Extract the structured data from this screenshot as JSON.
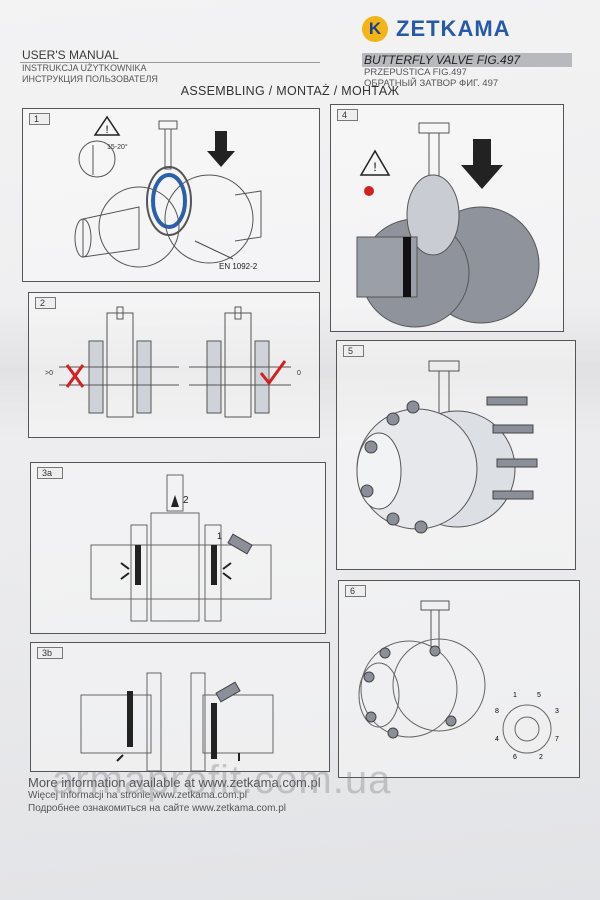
{
  "brand": {
    "logo_letter": "K",
    "name": "ZETKAMA"
  },
  "header": {
    "manual_title": "USER'S MANUAL",
    "manual_pl": "INSTRUKCJA UŻYTKOWNIKA",
    "manual_ru": "ИНСТРУКЦИЯ ПОЛЬЗОВАТЕЛЯ",
    "product_title": "BUTTERFLY VALVE FIG.497",
    "product_pl": "PRZEPUSTICA FIG.497",
    "product_ru": "ОБРАТНЫЙ ЗАТВОР ФИГ. 497",
    "section": "ASSEMBLING / MONTAŻ / МОНТАЖ"
  },
  "steps": [
    {
      "num": "1",
      "angle_label": "15-20°",
      "standard_label": "EN 1092-2"
    },
    {
      "num": "2",
      "gap_label": ">0",
      "zero_label": "0"
    },
    {
      "num": "3a",
      "label_one": "1",
      "label_two": "2"
    },
    {
      "num": "3b"
    },
    {
      "num": "4"
    },
    {
      "num": "5"
    },
    {
      "num": "6",
      "bolt_order": [
        "1",
        "5",
        "3",
        "7",
        "2",
        "6",
        "4",
        "8"
      ]
    }
  ],
  "footer": {
    "line1": "More information available at www.zetkama.com.pl",
    "line2": "Więcej informacji na stronie www.zetkama.com.pl",
    "line3": "Подробнее ознакомиться на сайте www.zetkama.com.pl"
  },
  "watermark": "armaprofit.com.ua",
  "colors": {
    "accent_blue": "#2859a8",
    "logo_yellow": "#f3b417",
    "check_red": "#d42020"
  }
}
